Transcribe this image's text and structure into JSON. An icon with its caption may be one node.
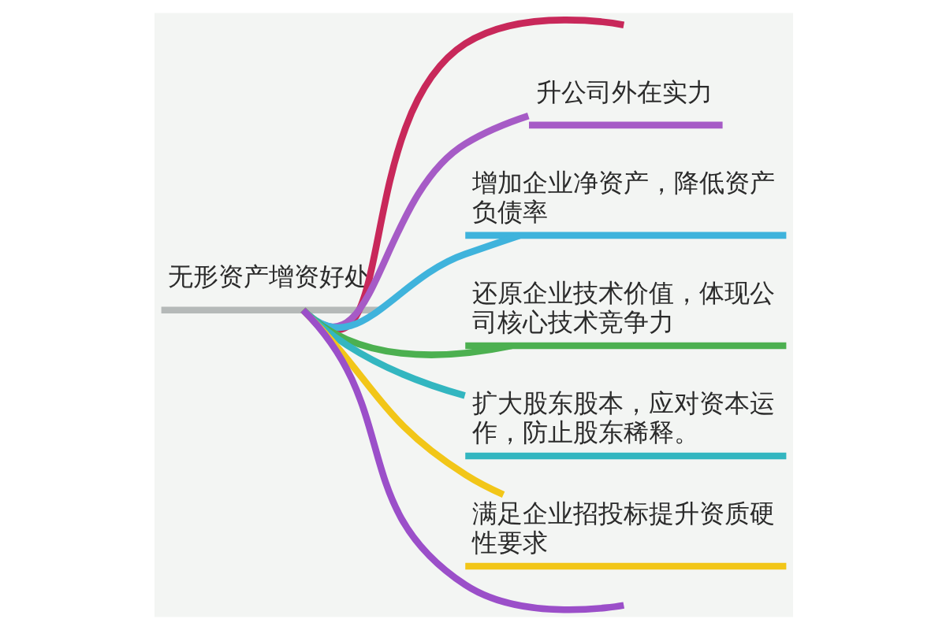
{
  "diagram": {
    "nodes": [
      {
        "text": [
          "无形资产增资好处"
        ]
      },
      {
        "text": [
          "升公司外在实力"
        ]
      },
      {
        "text": [
          "增加企业净资产，降低资产负债率"
        ]
      },
      {
        "text": [
          "还原企业技术价值，体现公司核心技术竞争力"
        ]
      },
      {
        "text": [
          "扩大股东股本，应对资本运作，防止股东稀释。"
        ]
      },
      {
        "text": [
          "满足企业招投标提升资质硬性要求"
        ]
      }
    ],
    "edges": [
      {
        "from": 0,
        "to": null,
        "arrow": "none",
        "color": "#c8285a"
      },
      {
        "from": 0,
        "to": 1,
        "arrow": "none",
        "color": "#a65bc6"
      },
      {
        "from": 0,
        "to": 2,
        "arrow": "none",
        "color": "#3fb3dc"
      },
      {
        "from": 0,
        "to": 3,
        "arrow": "none",
        "color": "#4cb050"
      },
      {
        "from": 0,
        "to": 4,
        "arrow": "none",
        "color": "#33b6c0"
      },
      {
        "from": 0,
        "to": 5,
        "arrow": "none",
        "color": "#f2c618"
      },
      {
        "from": 0,
        "to": null,
        "arrow": "none",
        "color": "#9b4fc9"
      }
    ]
  }
}
